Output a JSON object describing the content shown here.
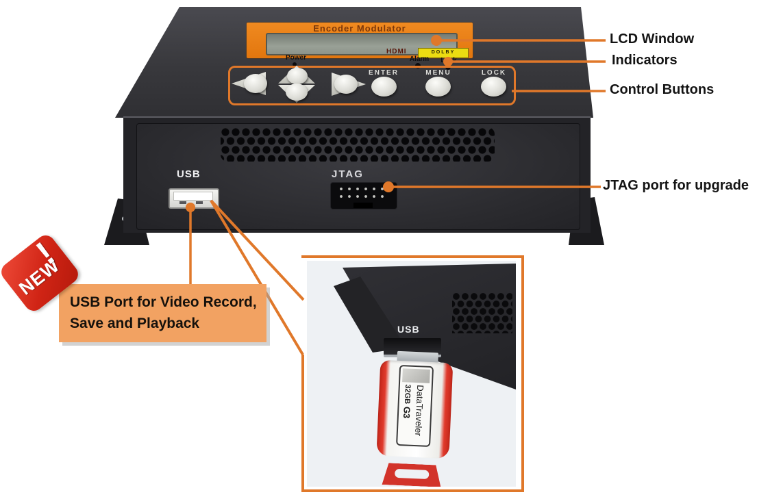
{
  "colors": {
    "accent_orange": "#E0782A",
    "note_box_orange": "#F2A262",
    "lcd_bezel_orange": "#E8821A",
    "new_badge_red": "#D02415",
    "dolby_badge_yellow": "#ECDC12",
    "usb_stick_red": "#D2332A"
  },
  "callouts": {
    "lcd": "LCD Window",
    "indicators": "Indicators",
    "control_buttons": "Control Buttons",
    "jtag": "JTAG port for upgrade",
    "usb_note_line1": "USB Port for Video Record,",
    "usb_note_line2": "Save and Playback",
    "new_badge": {
      "text": "NEW",
      "exclamation": "!"
    }
  },
  "device": {
    "lcd_title": "Encoder Modulator",
    "hdmi_logo": "HDMI",
    "dolby_badge": "DOLBY",
    "power_label": "Power",
    "alarm_label": "Alarm",
    "lock_label": "Lock",
    "buttons": {
      "enter": "ENTER",
      "menu": "MENU",
      "lock": "LOCK"
    },
    "usb_port_label": "USB",
    "jtag_port_label": "JTAG"
  },
  "inset": {
    "usb_label": "USB",
    "usb_stick": {
      "brand": "DataTraveler",
      "capacity": "32GB",
      "model": "G3"
    }
  }
}
